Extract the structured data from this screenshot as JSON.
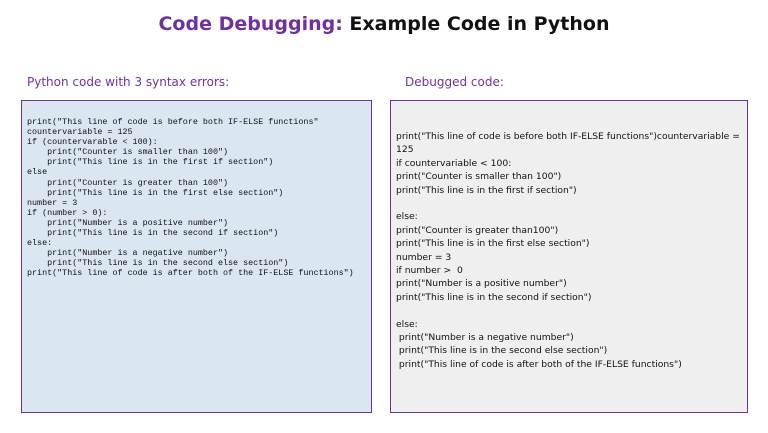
{
  "title": {
    "accent": "Code Debugging:",
    "rest": " Example Code in Python"
  },
  "left_panel": {
    "heading": "Python code with 3 syntax errors:",
    "code_lines": [
      "print(\"This line of code is before both IF-ELSE functions\"",
      "countervariable = 125",
      "if (countervarable < 100):",
      "    print(\"Counter is smaller than 100\")",
      "    print(\"This line is in the first if section\")",
      "else",
      "    print(\"Counter is greater than 100\")",
      "    print(\"This line is in the first else section\")",
      "number = 3",
      "if (number > 0):",
      "    print(\"Number is a positive number\")",
      "    print(\"This line is in the second if section\")",
      "else:",
      "    print(\"Number is a negative number\")",
      "    print(\"This line is in the second else section\")",
      "print(\"This line of code is after both of the IF-ELSE functions\")"
    ]
  },
  "right_panel": {
    "heading": "Debugged code:",
    "lines": [
      "print(\"This line of code is before both IF-ELSE functions\")countervariable = 125",
      "if countervariable < 100:",
      "print(\"Counter is smaller than 100\")",
      "print(\"This line is in the first if section\")",
      "",
      "else:",
      "print(\"Counter is greater than100\")",
      "print(\"This line is in the first else section\")",
      "number = 3",
      "if number >  0",
      "print(\"Number is a positive number\")",
      "print(\"This line is in the second if section\")",
      "",
      "else:",
      " print(\"Number is a negative number\")",
      " print(\"This line is in the second else section\")",
      " print(\"This line of code is after both of the IF-ELSE functions\")"
    ]
  }
}
